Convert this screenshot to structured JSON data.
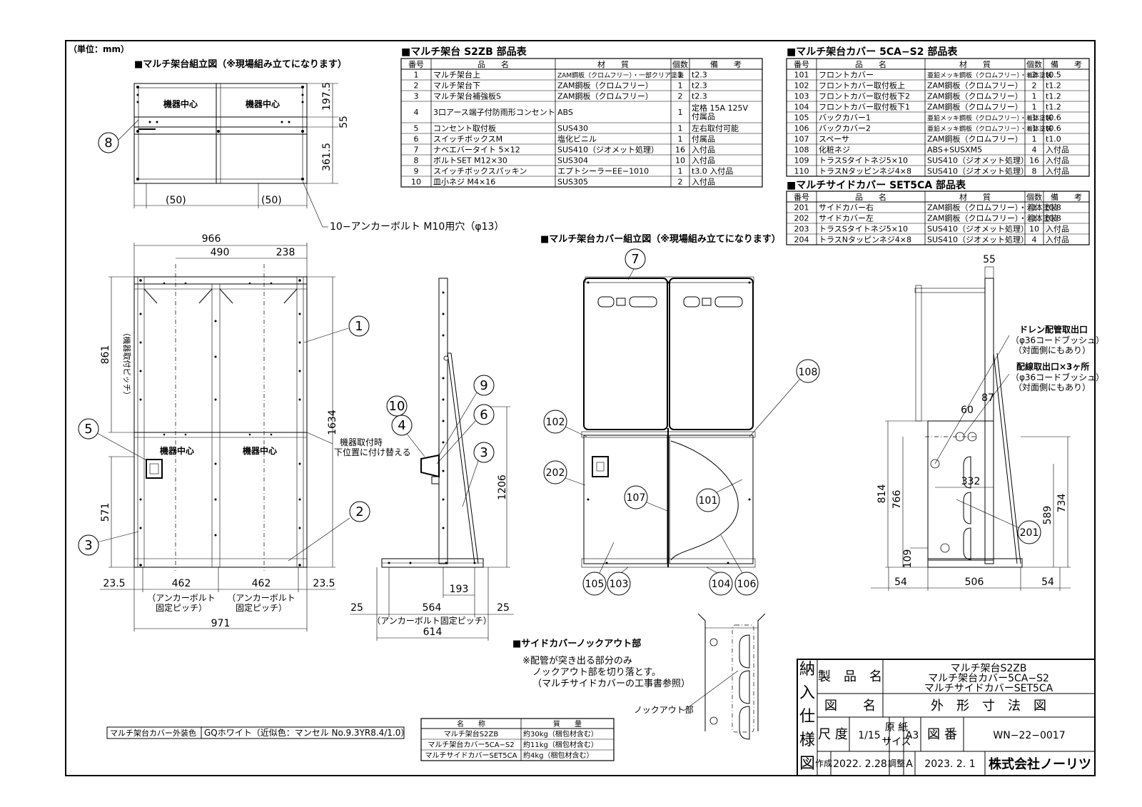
{
  "unit_note": "（単位：mm）",
  "frame_assembly": {
    "title": "■マルチ架台組立図（※現場組み立てになります）",
    "center_label": "機器中心",
    "dims": {
      "top1": "197.5",
      "top2": "55",
      "top3": "361.5",
      "bot1": "(50)",
      "bot2": "(50)"
    },
    "anchor_note": "10−アンカーボルト M10用穴（φ13）",
    "balloon": "8"
  },
  "front_view": {
    "dims": {
      "w_total": "966",
      "w_a": "490",
      "w_b": "238",
      "pitch": "861",
      "pitch_note": "（機器取付ピッチ）",
      "h_total": "1634",
      "h_low": "571",
      "b1": "23.5",
      "b2": "462",
      "b3": "462",
      "b4": "23.5",
      "anchor_pitch": "（アンカーボルト\n固定ピッチ）",
      "w_bottom": "971"
    },
    "anchor_pitch_line1": "（アンカーボルト",
    "anchor_pitch_line2": "固定ピッチ）",
    "center_label": "機器中心",
    "note_line1": "機器取付時",
    "note_line2": "下位置に付け替える",
    "balloons": [
      "1",
      "5",
      "3",
      "2"
    ]
  },
  "side_view": {
    "dims": {
      "h": "1206",
      "d1": "193",
      "d2": "25",
      "d3": "564",
      "d4": "25",
      "note": "（アンカーボルト固定ピッチ）",
      "w": "614"
    },
    "balloons": [
      "10",
      "4",
      "9",
      "6",
      "3"
    ]
  },
  "cover_assembly": {
    "title": "■マルチ架台カバー組立図（※現場組み立てになります）",
    "balloons": [
      "7",
      "108",
      "102",
      "202",
      "107",
      "101",
      "105",
      "103",
      "104",
      "106"
    ]
  },
  "side_cover": {
    "dims": {
      "top": "55",
      "d60": "60",
      "d87": "87",
      "d332": "332",
      "h814": "814",
      "h766": "766",
      "h734": "734",
      "h589": "589",
      "h109": "109",
      "b54a": "54",
      "b506": "506",
      "b54b": "54"
    },
    "drain1": "ドレン配管取出口",
    "drain2": "（φ36コードブッシュ）",
    "drain3": "（対面側にもあり）",
    "wire1": "配線取出口×3ヶ所",
    "wire2": "（φ36コードブッシュ）",
    "wire3": "（対面側にもあり）",
    "balloon": "201"
  },
  "knockout": {
    "title": "■サイドカバーノックアウト部",
    "note1": "※配管が突き出る部分のみ",
    "note2": "ノックアウト部を切り落とす。",
    "note3": "（マルチサイドカバーの工事書参照）",
    "label": "ノックアウト部"
  },
  "parts_s2zb": {
    "title": "■マルチ架台 S2ZB 部品表",
    "headers": [
      "番号",
      "品　　名",
      "材　　質",
      "個数",
      "備　　考"
    ],
    "rows": [
      [
        "1",
        "マルチ架台上",
        "ZAM鋼板（クロムフリー）・一部クリア塗装",
        "1",
        "t2.3"
      ],
      [
        "2",
        "マルチ架台下",
        "ZAM鋼板（クロムフリー）",
        "1",
        "t2.3"
      ],
      [
        "3",
        "マルチ架台補強板S",
        "ZAM鋼板（クロムフリー）",
        "2",
        "t2.3"
      ],
      [
        "4",
        "3口アース端子付防雨形コンセント",
        "ABS",
        "1",
        "定格 15A 125V\n付属品"
      ],
      [
        "5",
        "コンセント取付板",
        "SUS430",
        "1",
        "左右取付可能"
      ],
      [
        "6",
        "スイッチボックスM",
        "塩化ビニル",
        "1",
        "付属品"
      ],
      [
        "7",
        "ナベエバータイト 5×12",
        "SUS410（ジオメット処理）",
        "16",
        "入付品"
      ],
      [
        "8",
        "ボルトSET M12×30",
        "SUS304",
        "10",
        "入付品"
      ],
      [
        "9",
        "スイッチボックスパッキン",
        "エプトシーラーEE−1010",
        "1",
        "t3.0 入付品"
      ],
      [
        "10",
        "皿小ネジ M4×16",
        "SUS305",
        "2",
        "入付品"
      ]
    ]
  },
  "parts_5ca": {
    "title": "■マルチ架台カバー 5CA−S2 部品表",
    "headers": [
      "番号",
      "品　　名",
      "材　　質",
      "個数",
      "備　　考"
    ],
    "rows": [
      [
        "101",
        "フロントカバー",
        "亜鉛メッキ鋼板（クロムフリー）・着体塗装",
        "2",
        "t0.5"
      ],
      [
        "102",
        "フロントカバー取付板上",
        "ZAM鋼板（クロムフリー）",
        "2",
        "t1.2"
      ],
      [
        "103",
        "フロントカバー取付板下2",
        "ZAM鋼板（クロムフリー）",
        "1",
        "t1.2"
      ],
      [
        "104",
        "フロントカバー取付板下1",
        "ZAM鋼板（クロムフリー）",
        "1",
        "t1.2"
      ],
      [
        "105",
        "バックカバー1",
        "亜鉛メッキ鋼板（クロムフリー）・着体塗装",
        "1",
        "t0.6"
      ],
      [
        "106",
        "バックカバー2",
        "亜鉛メッキ鋼板（クロムフリー）・着体塗装",
        "1",
        "t0.6"
      ],
      [
        "107",
        "スペーサ",
        "ZAM鋼板（クロムフリー）",
        "1",
        "t1.0"
      ],
      [
        "108",
        "化粧ネジ",
        "ABS+SUSXM5",
        "4",
        "入付品"
      ],
      [
        "109",
        "トラスSタイトネジ5×10",
        "SUS410（ジオメット処理）",
        "16",
        "入付品"
      ],
      [
        "110",
        "トラスNタッピンネジ4×8",
        "SUS410（ジオメット処理）",
        "8",
        "入付品"
      ]
    ]
  },
  "parts_set5ca": {
    "title": "■マルチサイドカバー SET5CA 部品表",
    "headers": [
      "番号",
      "品　　名",
      "材　　質",
      "個数",
      "備　　考"
    ],
    "rows": [
      [
        "201",
        "サイドカバー右",
        "ZAM鋼板（クロムフリー）・着体塗装",
        "1",
        "t0.8"
      ],
      [
        "202",
        "サイドカバー左",
        "ZAM鋼板（クロムフリー）・着体塗装",
        "1",
        "t0.8"
      ],
      [
        "203",
        "トラスSタイトネジ5×10",
        "SUS410（ジオメット処理）",
        "10",
        "入付品"
      ],
      [
        "204",
        "トラスNタッピンネジ4×8",
        "SUS410（ジオメット処理）",
        "4",
        "入付品"
      ]
    ]
  },
  "color_note": {
    "label": "マルチ架台カバー外装色",
    "value": "GQホワイト（近似色：マンセル No.9.3YR8.4/1.0）"
  },
  "weights": {
    "headers": [
      "名　　称",
      "質　　量"
    ],
    "rows": [
      [
        "マルチ架台S2ZB",
        "約30kg（梱包材含む）"
      ],
      [
        "マルチ架台カバー5CA−S2",
        "約11kg（梱包材含む）"
      ],
      [
        "マルチサイドカバーSET5CA",
        "約4kg（梱包材含む）"
      ]
    ]
  },
  "title_block": {
    "side_label": [
      "納",
      "入",
      "仕",
      "様",
      "図"
    ],
    "product_label": "製　品　名",
    "product_lines": [
      "マルチ架台S2ZB",
      "マルチ架台カバー5CA−S2",
      "マルチサイドカバーSET5CA"
    ],
    "drawing_label": "図　　名",
    "drawing_name": "外　形　寸　法　図",
    "scale_label": "尺 度",
    "scale": "1/15",
    "paper_label1": "原 紙",
    "paper_label2": "サイズ",
    "paper": "A3",
    "number_label": "図 番",
    "number": "WN−22−0017",
    "made_label": "作成",
    "made_date": "2022. 2.28",
    "rev_label": "調整",
    "rev": "A",
    "rev_date": "2023. 2. 1",
    "company": "株式会社ノーリツ"
  }
}
